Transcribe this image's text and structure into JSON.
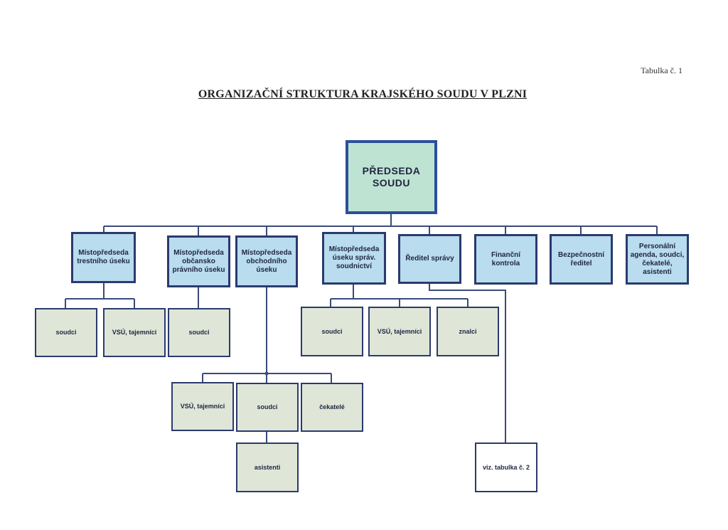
{
  "page_label": "Tabulka č. 1",
  "title": "ORGANIZAČNÍ STRUKTURA KRAJSKÉHO SOUDU V PLZNI",
  "root": "PŘEDSEDA\nSOUDU",
  "managers": [
    "Místopředseda\ntrestního úseku",
    "Místopředseda\nobčansko\nprávního úseku",
    "Místopředseda\nobchodního\núseku",
    "Místopředseda\núseku správ.\nsoudnictví",
    "Ředitel správy",
    "Finanční\nkontrola",
    "Bezpečnostní\nředitel",
    "Personální\nagenda, soudci,\nčekatelé,\nasistenti"
  ],
  "units": {
    "trestni_soudci": "soudci",
    "trestni_vsu": "VSÚ, tajemníci",
    "obcansky_soudci": "soudci",
    "obchodni_vsu": "VSÚ, tajemníci",
    "obchodni_soudci": "soudci",
    "obchodni_cekatele": "čekatelé",
    "obchodni_asistenti": "asistenti",
    "spravni_soudci": "soudci",
    "spravni_vsu": "VSÚ, tajemníci",
    "spravni_znalci": "znalci",
    "sprava_ref": "viz. tabulka č. 2"
  },
  "colors": {
    "root_fill": "#bfe3d2",
    "manager_fill": "#b9dcee",
    "leaf_fill": "#dfe6d8",
    "border": "#2b3a6e",
    "line": "#3a4a7a"
  }
}
